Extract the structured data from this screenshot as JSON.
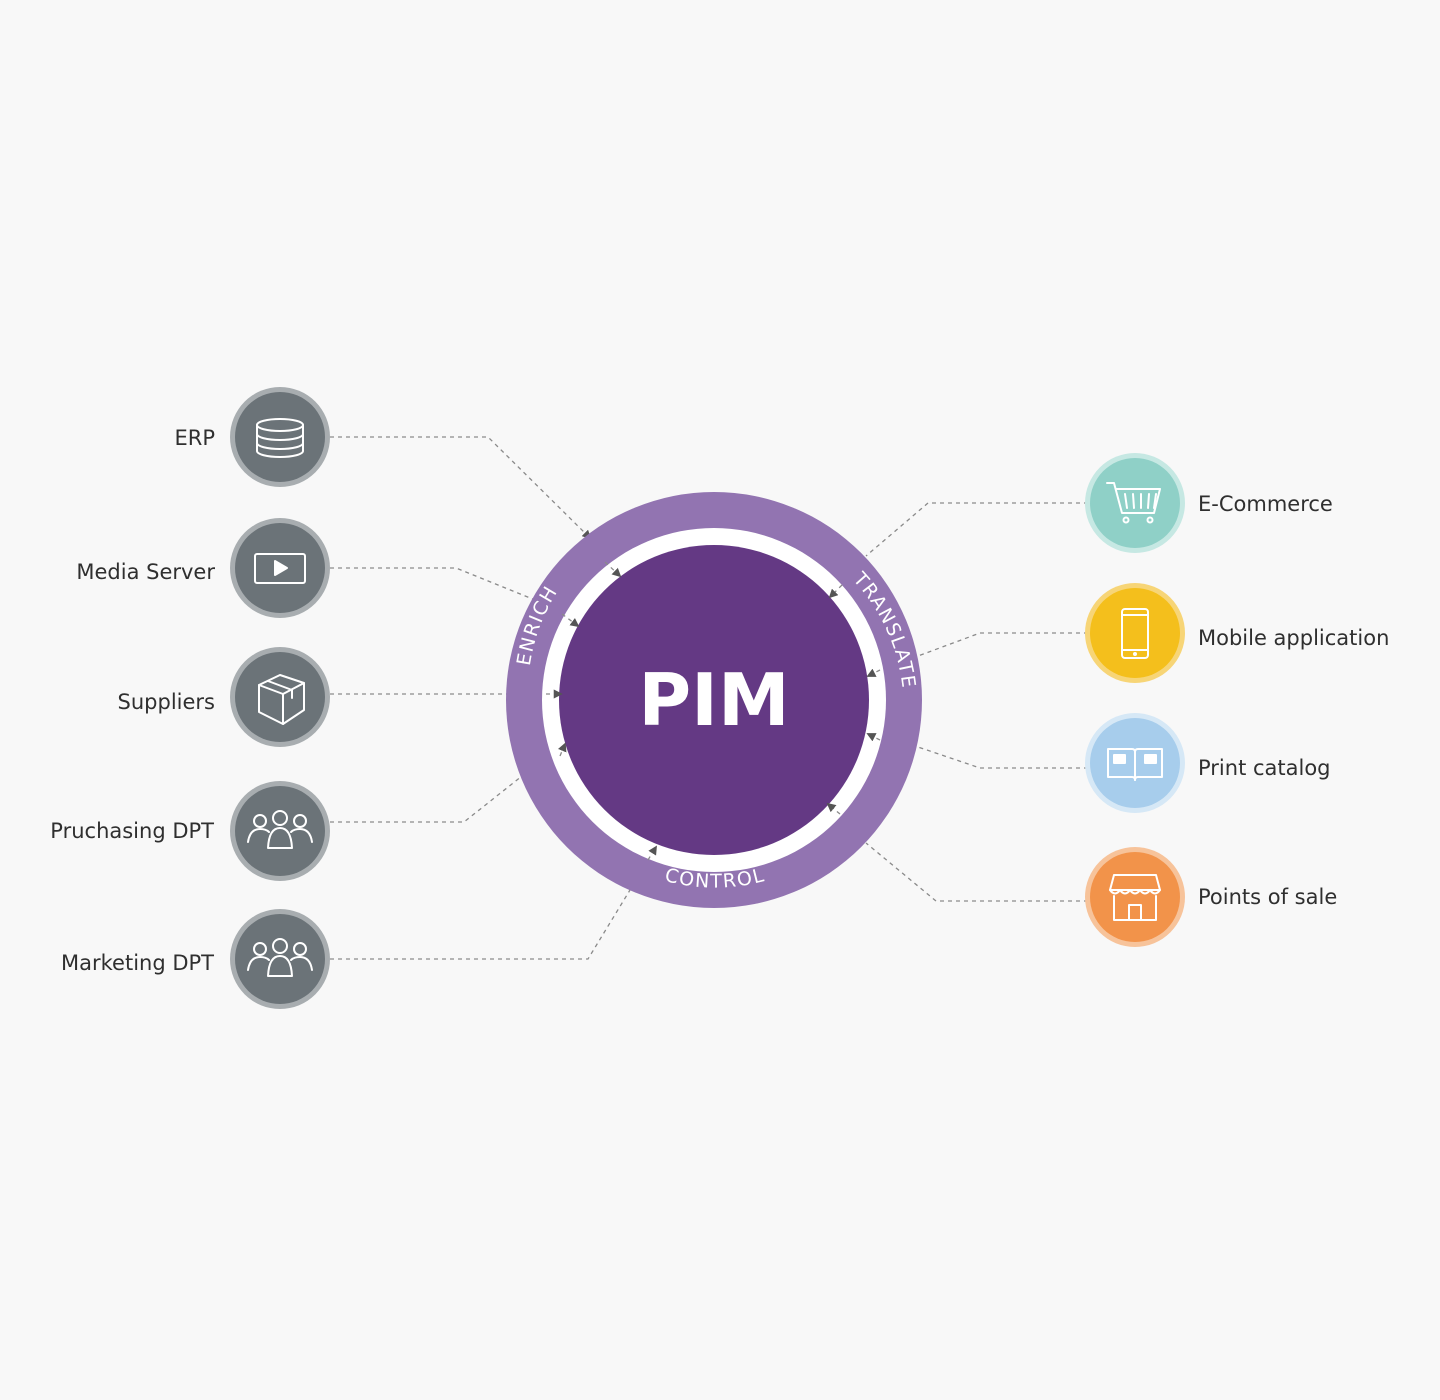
{
  "hub": {
    "title": "PIM",
    "ring_labels": {
      "enrich": "ENRICH",
      "translate": "TRANSLATE",
      "control": "CONTROL"
    }
  },
  "sources": [
    {
      "label": "ERP",
      "icon": "database-icon"
    },
    {
      "label": "Media Server",
      "icon": "video-player-icon"
    },
    {
      "label": "Suppliers",
      "icon": "package-box-icon"
    },
    {
      "label": "Pruchasing DPT",
      "icon": "people-group-icon"
    },
    {
      "label": "Marketing DPT",
      "icon": "people-group-icon"
    }
  ],
  "channels": [
    {
      "label": "E-Commerce",
      "icon": "shopping-cart-icon",
      "color": "#8fd0c7"
    },
    {
      "label": "Mobile application",
      "icon": "smartphone-icon",
      "color": "#f4bf1c"
    },
    {
      "label": "Print catalog",
      "icon": "open-book-icon",
      "color": "#a7cdec"
    },
    {
      "label": "Points of sale",
      "icon": "storefront-icon",
      "color": "#f2934a"
    }
  ],
  "colors": {
    "source_node": "#6b7378",
    "ring": "#9274b1",
    "core": "#643984"
  }
}
